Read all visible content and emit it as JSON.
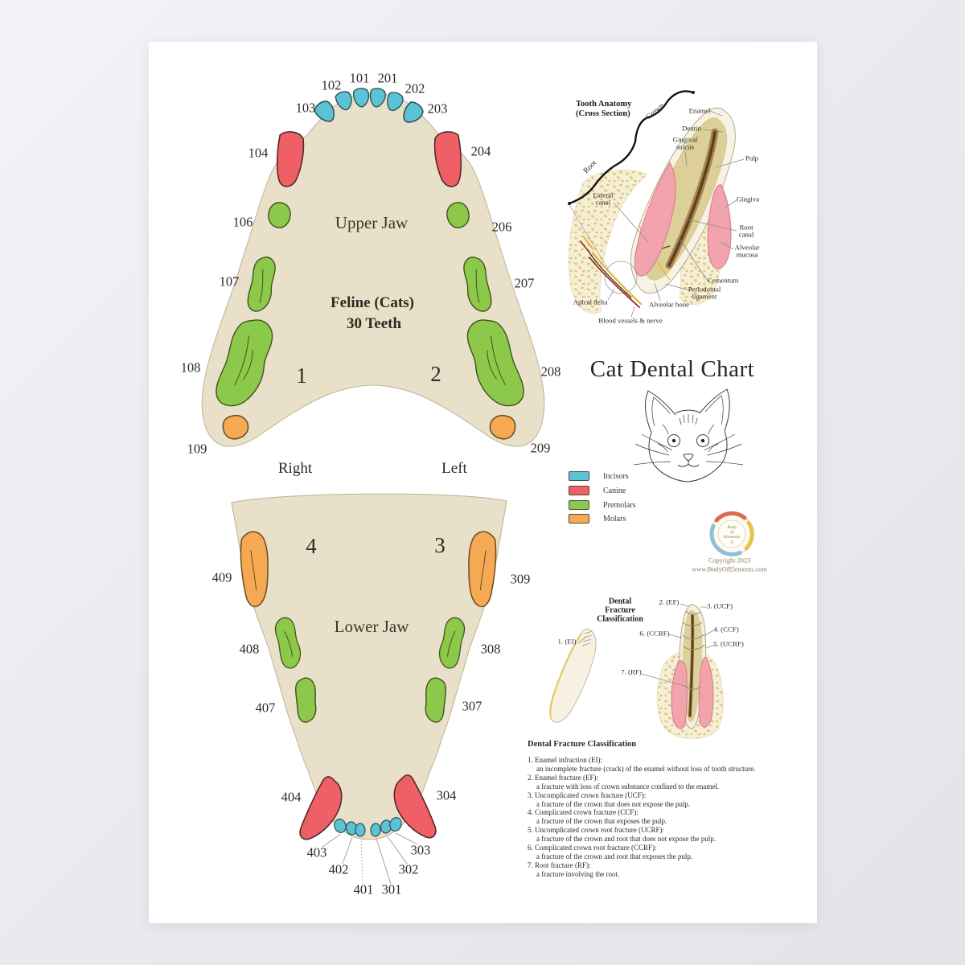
{
  "title": "Cat Dental Chart",
  "upper_jaw": {
    "label": "Upper Jaw",
    "species_line1": "Feline (Cats)",
    "species_line2": "30 Teeth",
    "quadrant_right": "1",
    "quadrant_left": "2",
    "side_right": "Right",
    "side_left": "Left",
    "teeth": {
      "101": "101",
      "102": "102",
      "103": "103",
      "104": "104",
      "106": "106",
      "107": "107",
      "108": "108",
      "109": "109",
      "201": "201",
      "202": "202",
      "203": "203",
      "204": "204",
      "206": "206",
      "207": "207",
      "208": "208",
      "209": "209"
    }
  },
  "lower_jaw": {
    "label": "Lower Jaw",
    "quadrant_right": "4",
    "quadrant_left": "3",
    "teeth": {
      "301": "301",
      "302": "302",
      "303": "303",
      "304": "304",
      "307": "307",
      "308": "308",
      "309": "309",
      "401": "401",
      "402": "402",
      "403": "403",
      "404": "404",
      "407": "407",
      "408": "408",
      "409": "409"
    }
  },
  "tooth_anatomy": {
    "heading": "Tooth Anatomy (Cross Section)",
    "crown": "Crown",
    "root": "Root",
    "labels": {
      "enamel": "Enamel",
      "dentin": "Dentin",
      "gingival_sulcus": "Gingival sulcus",
      "pulp": "Pulp",
      "lateral_canal": "Lateral canal",
      "gingiva": "Gingiva",
      "root_canal": "Root canal",
      "alveolar_mucosa": "Alveolar mucosa",
      "cementum": "Cementum",
      "periodontal_ligament": "Periodontal ligament",
      "alveolar_bone": "Alveolar bone",
      "apical_delta": "Apical delta",
      "blood_vessels": "Blood vessels & nerve"
    }
  },
  "legend": {
    "items": [
      {
        "label": "Incisors",
        "color": "#5cc3d5"
      },
      {
        "label": "Canine",
        "color": "#ee5f66"
      },
      {
        "label": "Premolars",
        "color": "#8cc84a"
      },
      {
        "label": "Molars",
        "color": "#f6a953"
      }
    ]
  },
  "branding": {
    "logo_line1": "Body",
    "logo_line2": "of",
    "logo_line3": "Elements",
    "logo_symbol": "©",
    "copyright": "Copyright 2023",
    "website": "www.BodyOfElements.com"
  },
  "fracture_diagram": {
    "heading": "Dental Fracture Classification",
    "labels": {
      "l1": "1. (EI)",
      "l2": "2. (EF)",
      "l3": "3. (UCF)",
      "l4": "4. (CCF)",
      "l5": "5. (UCRF)",
      "l6": "6. (CCRF)",
      "l7": "7. (RF)"
    }
  },
  "fracture_list": {
    "heading": "Dental Fracture Classification",
    "items": [
      {
        "term": "1. Enamel infraction (EI):",
        "definition": "an incomplete fracture (crack) of the enamel without loss of tooth structure."
      },
      {
        "term": "2. Enamel fracture (EF):",
        "definition": "a fracture with loss of crown substance confined to the enamel."
      },
      {
        "term": "3. Uncomplicated crown fracture (UCF):",
        "definition": "a fracture of the crown that does not expose the pulp."
      },
      {
        "term": "4. Complicated crown fracture (CCF):",
        "definition": "a fracture of the crown that exposes the pulp."
      },
      {
        "term": "5. Uncomplicated crown root fracture (UCRF):",
        "definition": "a fracture of the crown and root that does not expose the pulp."
      },
      {
        "term": "6. Complicated crown root fracture (CCRF):",
        "definition": "a fracture of the crown and root that exposes the pulp."
      },
      {
        "term": "7. Root fracture (RF):",
        "definition": "a fracture involving the root."
      }
    ]
  },
  "colors": {
    "incisor": "#5cc3d5",
    "canine": "#ee5f66",
    "premolar": "#8cc84a",
    "molar": "#f6a953",
    "jaw": "#e8e0c9",
    "gingiva_pink": "#f2a3ad",
    "bone_speckle": "#dcc98c",
    "background": "#edeff3"
  }
}
